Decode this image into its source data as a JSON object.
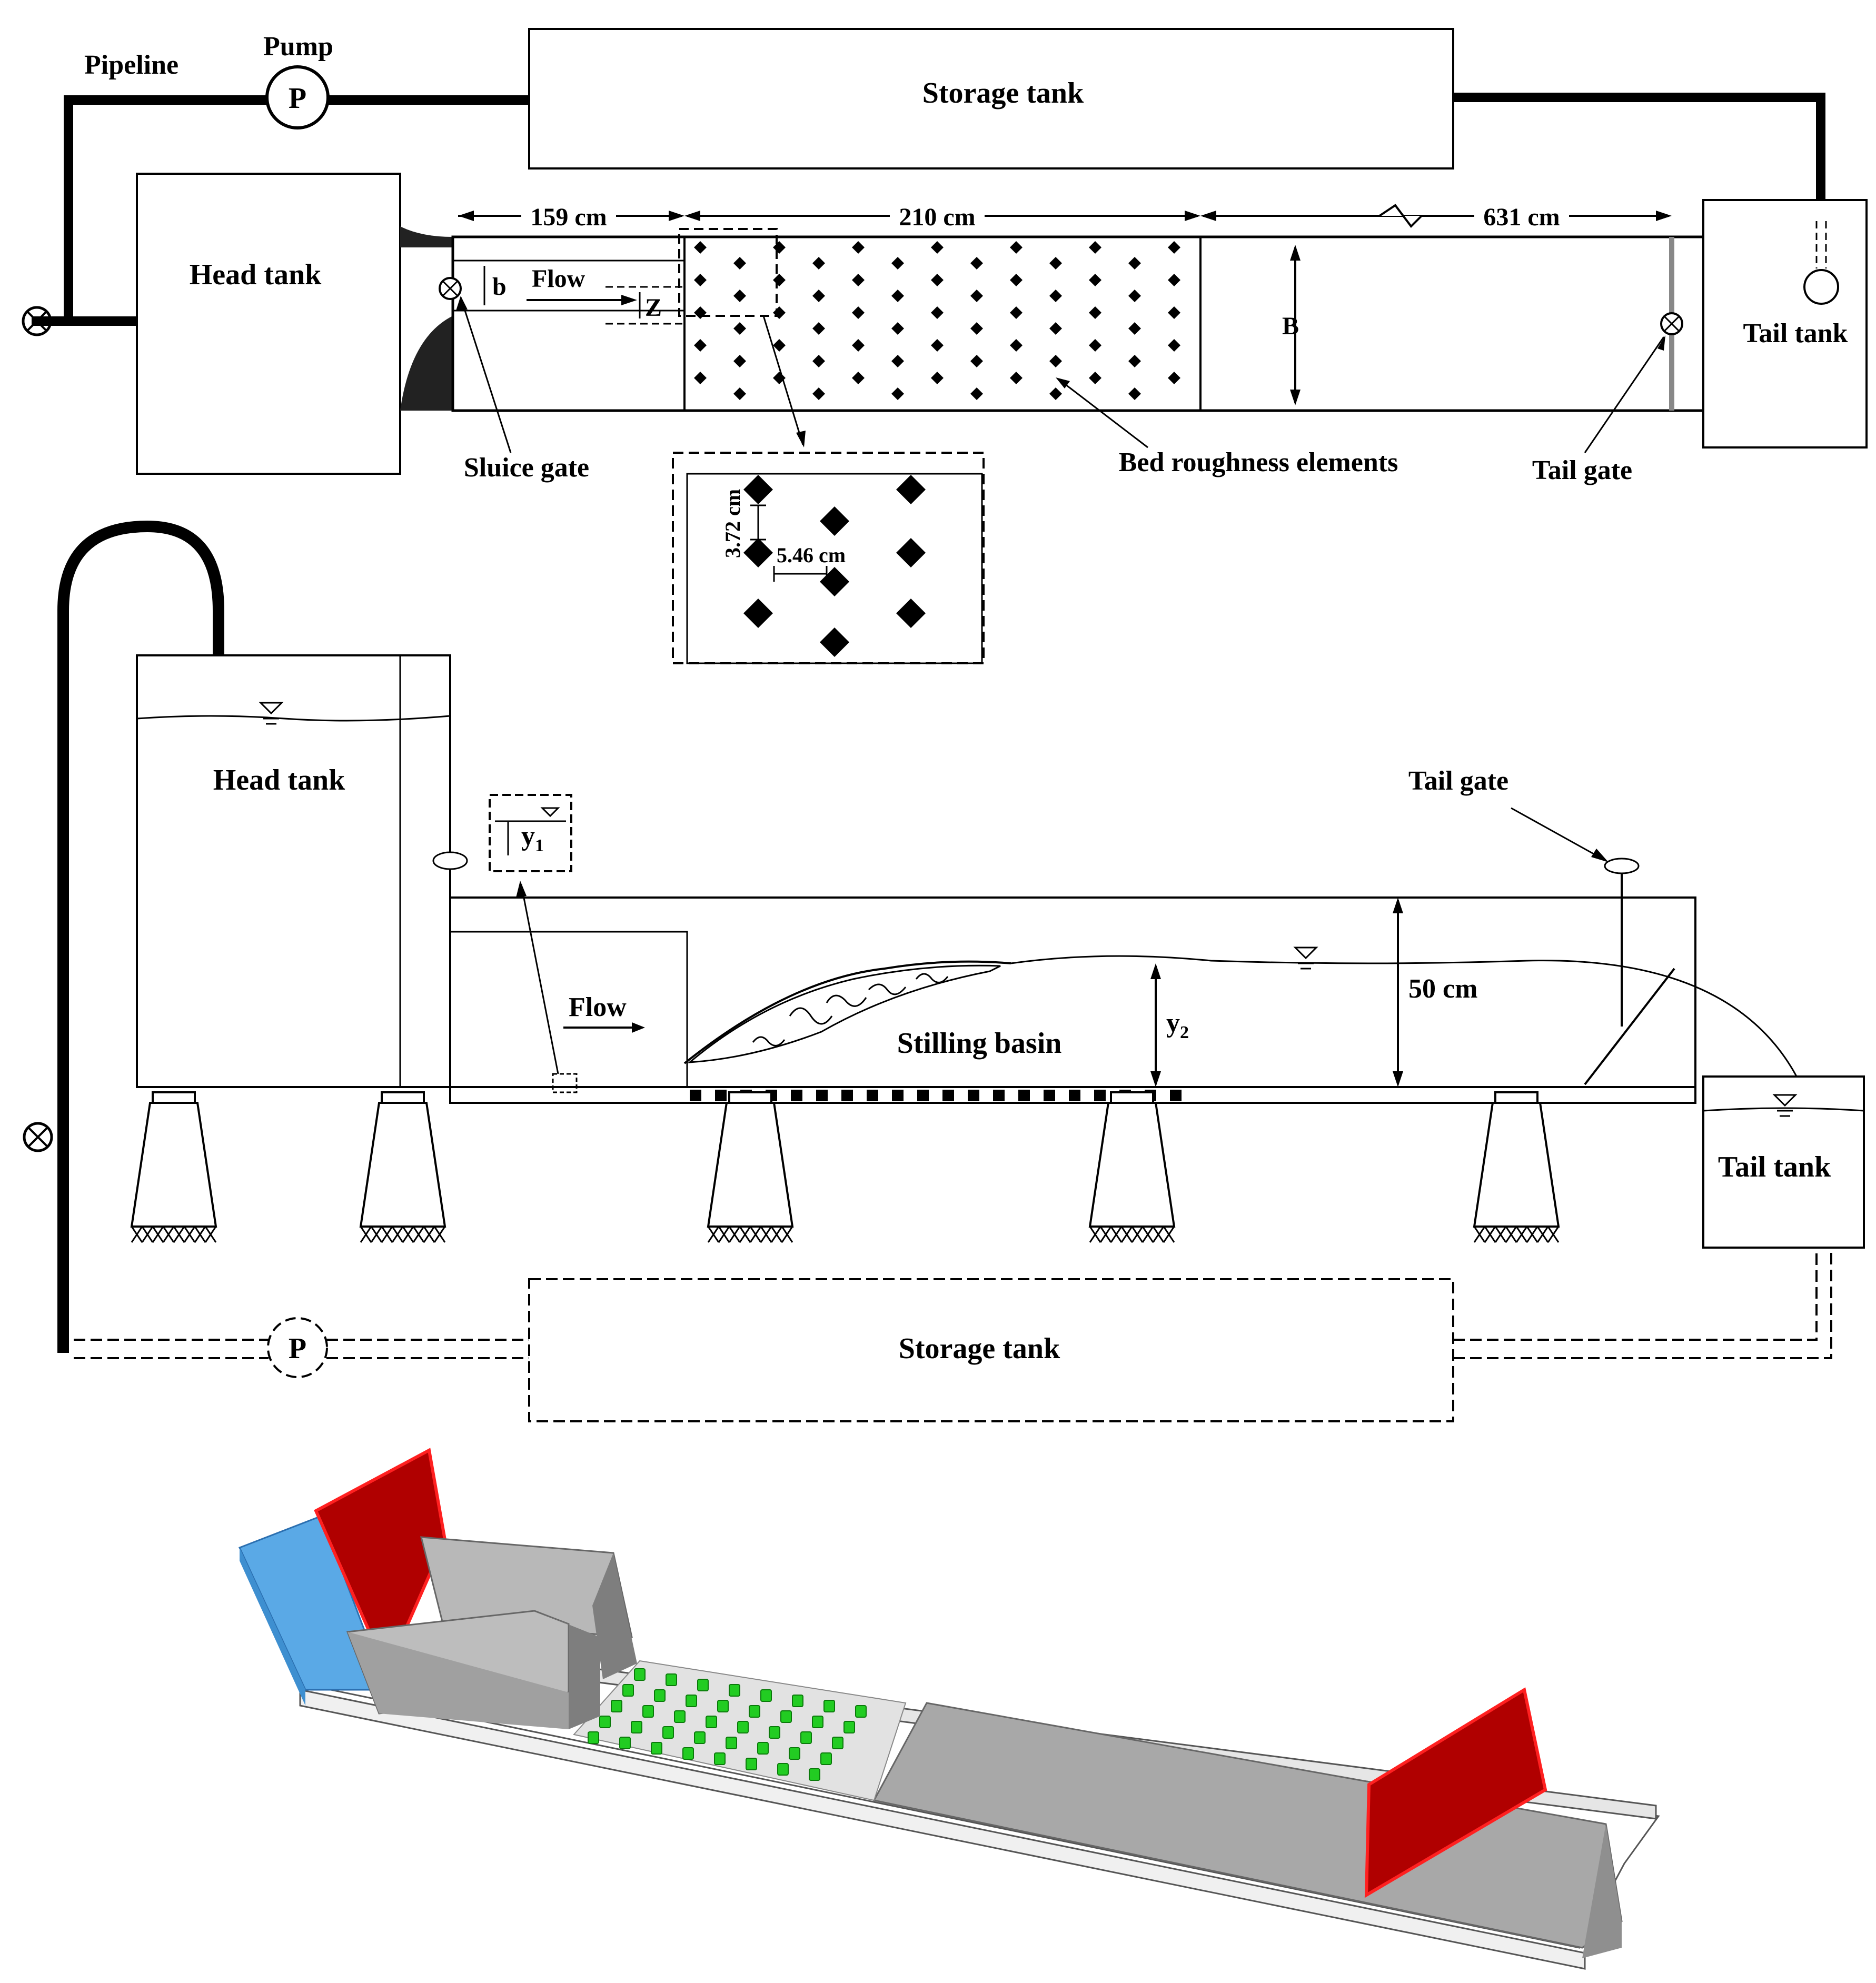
{
  "plan_view": {
    "pipeline_label": "Pipeline",
    "pump_label": "Pump",
    "pump_symbol": "P",
    "storage_tank_label": "Storage tank",
    "head_tank_label": "Head tank",
    "tail_tank_label": "Tail tank",
    "flow_label": "Flow",
    "b_label": "b",
    "z_label": "Z",
    "B_label": "B",
    "dim_1": "159 cm",
    "dim_2": "210 cm",
    "dim_3": "631 cm",
    "sluice_gate_label": "Sluice gate",
    "bed_roughness_label": "Bed roughness elements",
    "tail_gate_label": "Tail gate",
    "detail_dim_vertical": "3.72 cm",
    "detail_dim_horizontal": "5.46 cm"
  },
  "side_view": {
    "head_tank_label": "Head tank",
    "tail_gate_label": "Tail gate",
    "y1_label": "y",
    "y1_sub": "1",
    "y2_label": "y",
    "y2_sub": "2",
    "flow_label": "Flow",
    "stilling_basin_label": "Stilling basin",
    "depth_label": "50 cm",
    "tail_tank_label": "Tail tank",
    "storage_tank_label": "Storage tank",
    "pump_symbol": "P"
  },
  "colors": {
    "gate_red": "#b00000",
    "gate_edge_red": "#ff2020",
    "water_blue": "#5aa9e6",
    "block_grey": "#b8b8b8",
    "block_dark": "#7e7e7e",
    "roughness_green": "#22cc22",
    "channel_floor": "#d9d9d9"
  }
}
